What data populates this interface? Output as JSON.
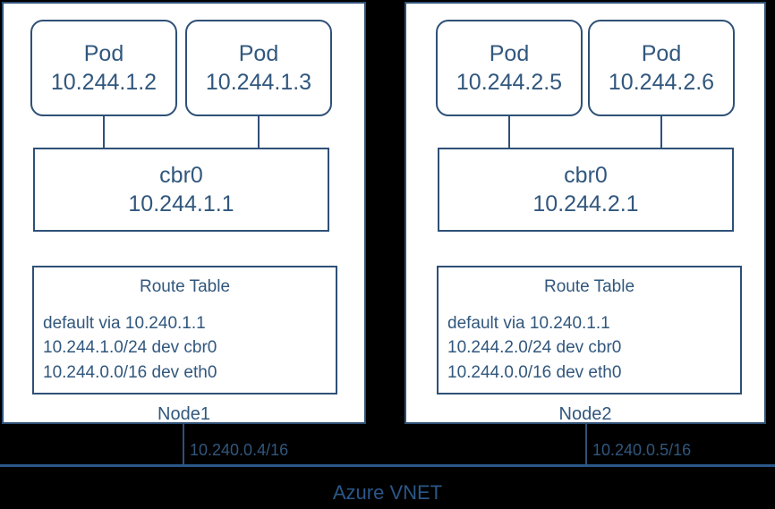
{
  "diagram": {
    "title": "Azure VNET",
    "accent_color": "#2e5077",
    "text_color": "#31577d",
    "line_color": "#2a5788",
    "background_color": "#000000",
    "surface_color": "#ffffff"
  },
  "nodes": [
    {
      "name": "Node1",
      "pods": [
        {
          "title": "Pod",
          "ip": "10.244.1.2"
        },
        {
          "title": "Pod",
          "ip": "10.244.1.3"
        }
      ],
      "bridge": {
        "name": "cbr0",
        "ip": "10.244.1.1"
      },
      "route_table": {
        "title": "Route Table",
        "entries": [
          "default via 10.240.1.1",
          "10.244.1.0/24 dev cbr0",
          "10.244.0.0/16 dev eth0"
        ]
      },
      "vnet_ip": "10.240.0.4/16"
    },
    {
      "name": "Node2",
      "pods": [
        {
          "title": "Pod",
          "ip": "10.244.2.5"
        },
        {
          "title": "Pod",
          "ip": "10.244.2.6"
        }
      ],
      "bridge": {
        "name": "cbr0",
        "ip": "10.244.2.1"
      },
      "route_table": {
        "title": "Route Table",
        "entries": [
          "default via 10.240.1.1",
          "10.244.2.0/24 dev cbr0",
          "10.244.0.0/16 dev eth0"
        ]
      },
      "vnet_ip": "10.240.0.5/16"
    }
  ]
}
